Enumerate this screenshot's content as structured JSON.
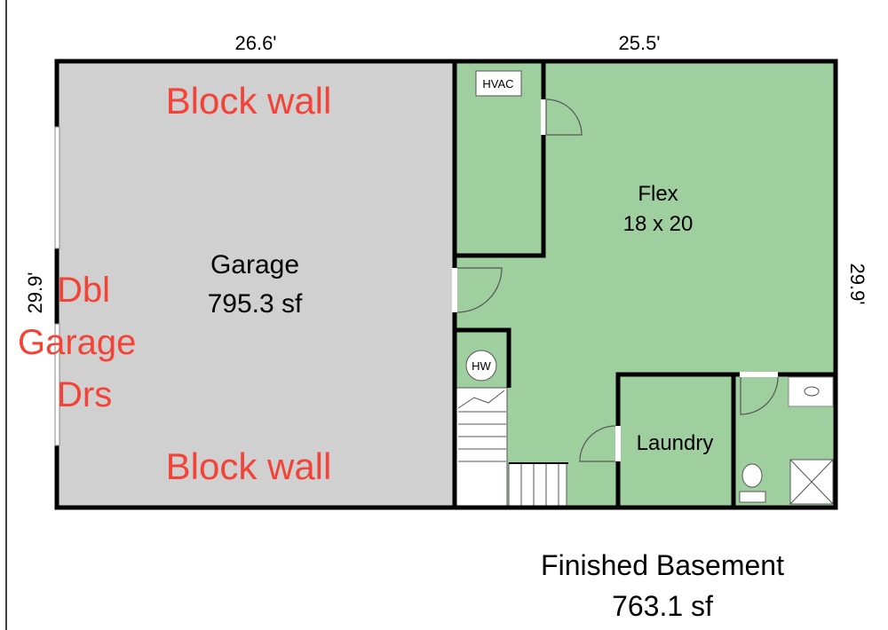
{
  "dimensions": {
    "top_left": "26.6'",
    "top_right": "25.5'",
    "left": "29.9'",
    "right": "29.9'"
  },
  "rooms": {
    "garage": {
      "name": "Garage",
      "area": "795.3 sf"
    },
    "flex": {
      "name": "Flex",
      "size": "18 x 20"
    },
    "laundry": {
      "name": "Laundry"
    },
    "hvac": {
      "label": "HVAC"
    },
    "water_heater": {
      "label": "HW"
    }
  },
  "annotations": {
    "block_wall_top": "Block wall",
    "block_wall_bottom": "Block wall",
    "garage_doors": [
      "Dbl",
      "Garage",
      "Drs"
    ]
  },
  "footer": {
    "title": "Finished Basement",
    "area": "763.1 sf"
  },
  "colors": {
    "garage_fill": "#d0d0d0",
    "finished_fill": "#9fcf9f",
    "annotation_red": "#f44336",
    "wall": "#000000"
  }
}
